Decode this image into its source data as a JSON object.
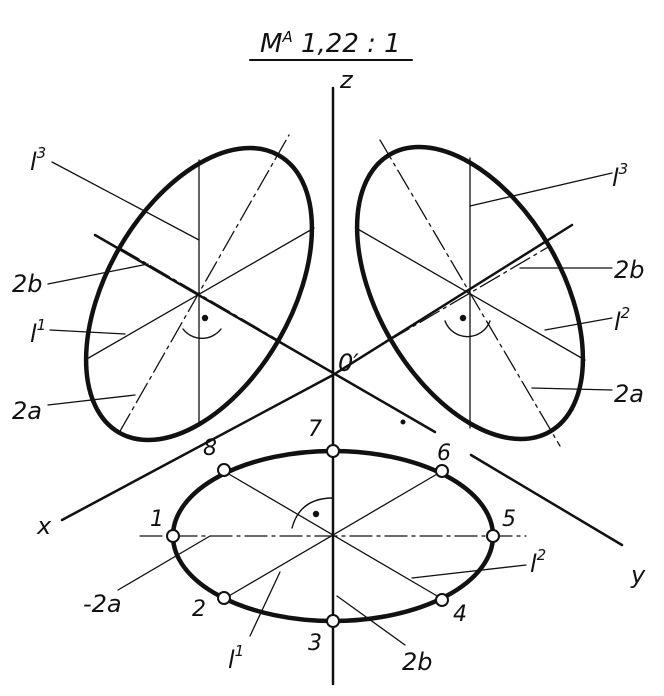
{
  "title": {
    "main": "M",
    "sup": "A",
    "rest": " 1,22 : 1"
  },
  "axes": {
    "z": "z",
    "x": "x",
    "y": "y",
    "origin": "0",
    "origin_prime": "′"
  },
  "points": [
    "1",
    "2",
    "3",
    "4",
    "5",
    "6",
    "7",
    "8"
  ],
  "callouts": {
    "left": {
      "l3": "l",
      "l3_sup": "3",
      "b": "2b",
      "l1": "l",
      "l1_sup": "1",
      "a": "2a"
    },
    "right": {
      "l3": "l",
      "l3_sup": "3",
      "b": "2b",
      "l2": "l",
      "l2_sup": "2",
      "a": "2a"
    },
    "bottom": {
      "a": "-2a",
      "l1": "l",
      "l1_sup": "1",
      "b": "2b",
      "l2": "l",
      "l2_sup": "2"
    }
  },
  "colors": {
    "ink": "#111111",
    "paper": "#ffffff"
  }
}
